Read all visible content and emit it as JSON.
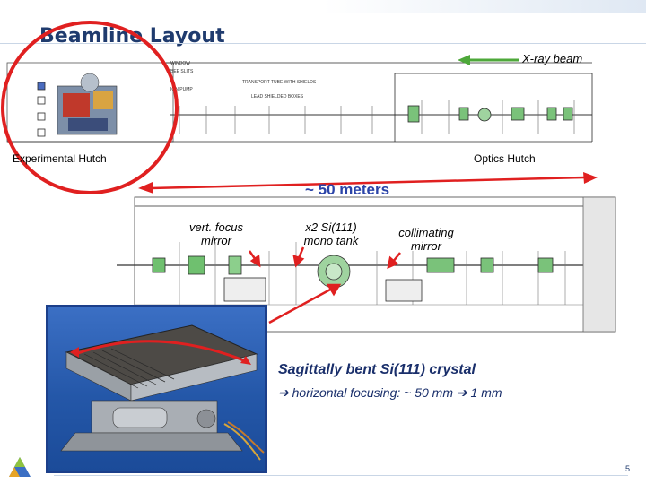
{
  "title": "Beamline Layout",
  "labels": {
    "beam": "X-ray beam",
    "experimental_hutch": "Experimental Hutch",
    "optics_hutch": "Optics Hutch",
    "distance": "~ 50 meters",
    "vert_focus_mirror": "vert. focus mirror",
    "mono_tank": "x2 Si(111) mono tank",
    "collimating_mirror": "collimating mirror"
  },
  "crystal": {
    "title": "Sagittally bent Si(111) crystal",
    "subtitle": "horizontal focusing: ~ 50 mm",
    "subtitle_end": "1 mm"
  },
  "drawing_labels": [
    "WINDOW",
    "BEE SLITS",
    "ION PUMP",
    "TRANSPORT TUBE WITH SHIELDS",
    "LEAD SHIELDED BOXES"
  ],
  "page_number": "5",
  "colors": {
    "title": "#1f3b6e",
    "highlight": "#e02020",
    "beam_arrow": "#4ea83a",
    "distance_text": "#2b44a8",
    "photo_frame": "#1c3f8a"
  },
  "icons": [
    "beam-direction-arrow",
    "distance-arrow",
    "highlight-circle",
    "logo-icon"
  ]
}
